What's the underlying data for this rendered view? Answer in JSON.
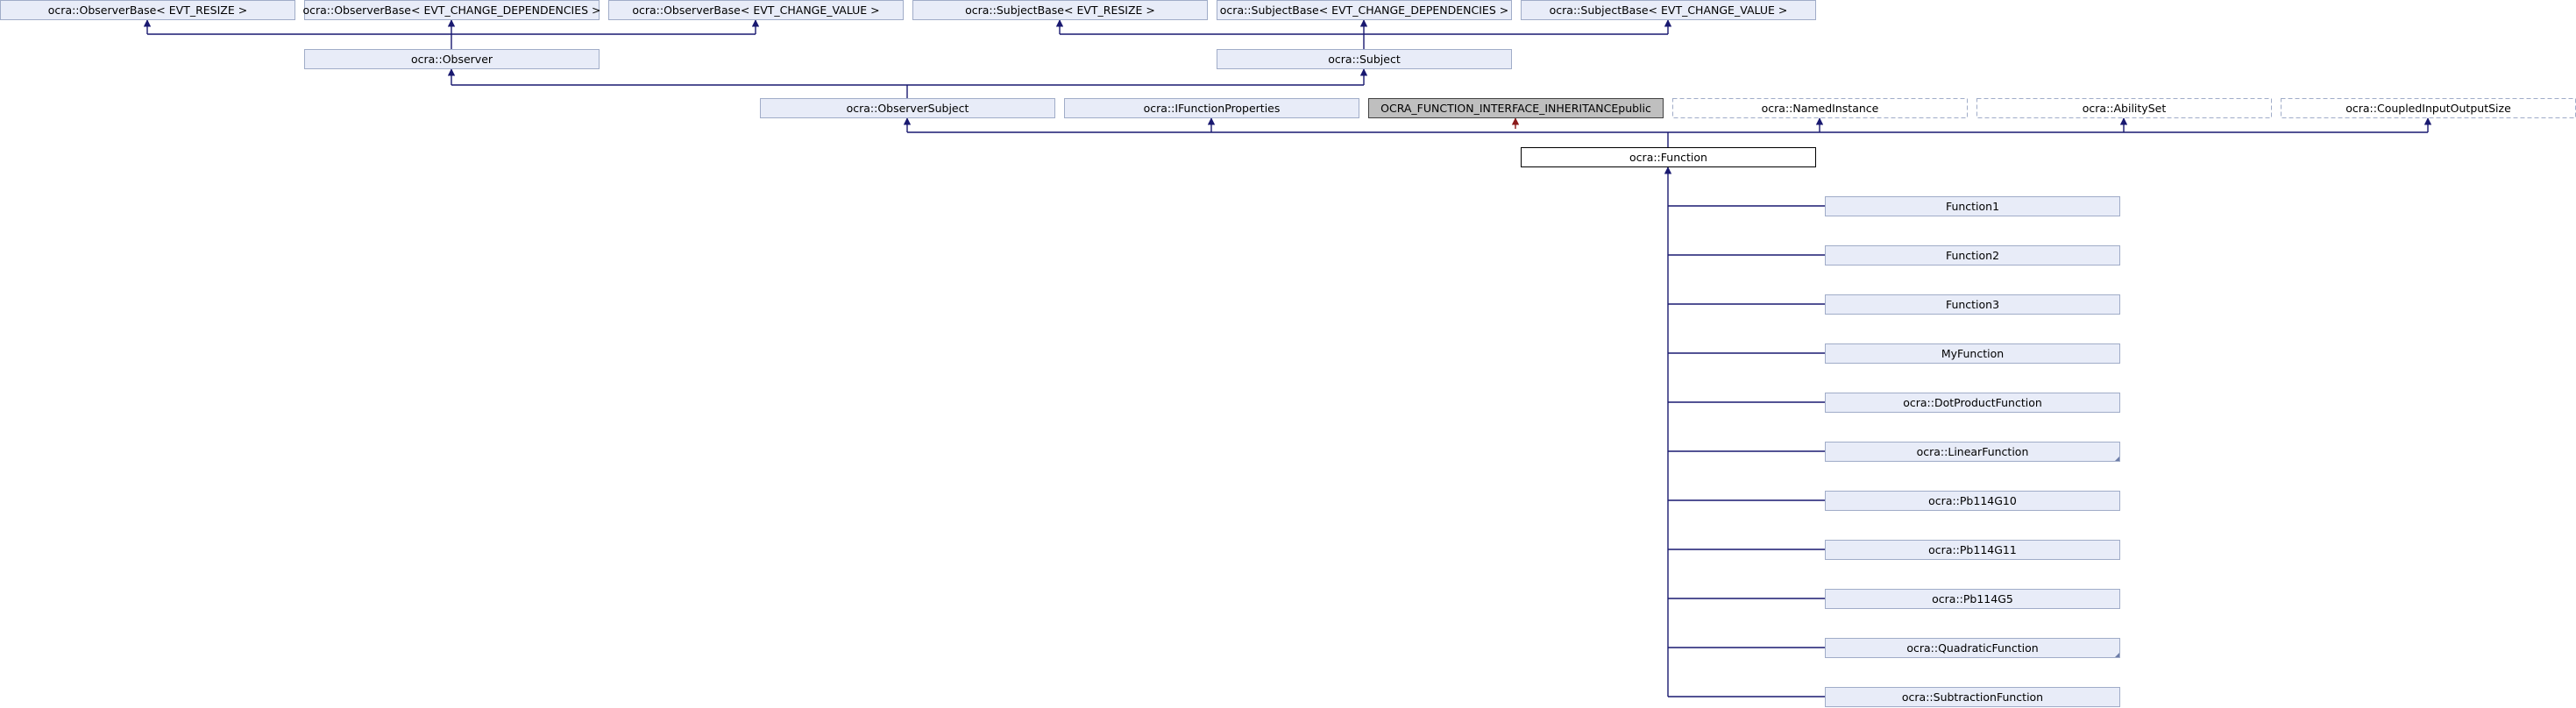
{
  "colors": {
    "node_fill": "#E8ECF8",
    "node_border": "#A0ACC8",
    "current_fill": "#FFFFFF",
    "current_border": "#000000",
    "grey_fill": "#BFBFBF",
    "grey_border": "#404040",
    "edge_blue": "#191970",
    "edge_red": "#8B1A1A",
    "dashed_border": "#A0ACC8"
  },
  "nodes": {
    "ob_resize": "ocra::ObserverBase< EVT_RESIZE >",
    "ob_change_dep": "ocra::ObserverBase< EVT_CHANGE_DEPENDENCIES >",
    "ob_change_val": "ocra::ObserverBase< EVT_CHANGE_VALUE >",
    "sb_resize": "ocra::SubjectBase< EVT_RESIZE >",
    "sb_change_dep": "ocra::SubjectBase< EVT_CHANGE_DEPENDENCIES >",
    "sb_change_val": "ocra::SubjectBase< EVT_CHANGE_VALUE >",
    "observer": "ocra::Observer",
    "subject": "ocra::Subject",
    "observer_subject": "ocra::ObserverSubject",
    "ifunction_properties": "ocra::IFunctionProperties",
    "inheritance_public": "OCRA_FUNCTION_INTERFACE_INHERITANCEpublic",
    "named_instance": "ocra::NamedInstance",
    "ability_set": "ocra::AbilitySet",
    "coupled_io_size": "ocra::CoupledInputOutputSize",
    "function": "ocra::Function",
    "function1": "Function1",
    "function2": "Function2",
    "function3": "Function3",
    "my_function": "MyFunction",
    "dot_product_function": "ocra::DotProductFunction",
    "linear_function": "ocra::LinearFunction",
    "pb114g10": "ocra::Pb114G10",
    "pb114g11": "ocra::Pb114G11",
    "pb114g5": "ocra::Pb114G5",
    "quadratic_function": "ocra::QuadraticFunction",
    "subtraction_function": "ocra::SubtractionFunction"
  }
}
